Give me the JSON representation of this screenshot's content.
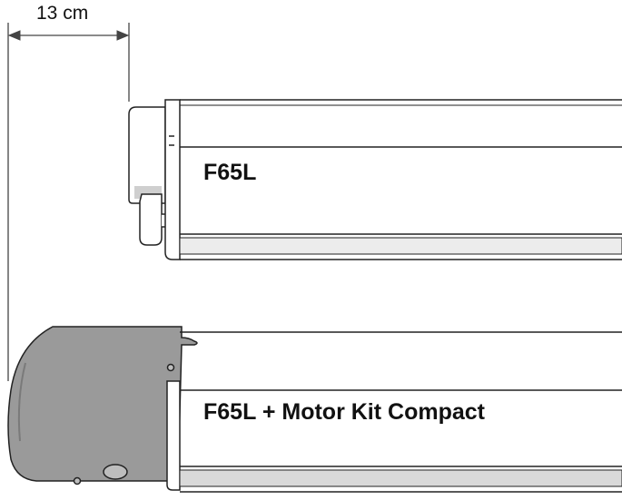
{
  "dimension": {
    "label": "13 cm"
  },
  "products": {
    "top": {
      "label": "F65L"
    },
    "bottom": {
      "label": "F65L + Motor Kit Compact"
    }
  },
  "colors": {
    "motor_cover": "#9a9a9a",
    "outline": "#222222",
    "bottom_strip": "#d9d9d9"
  }
}
